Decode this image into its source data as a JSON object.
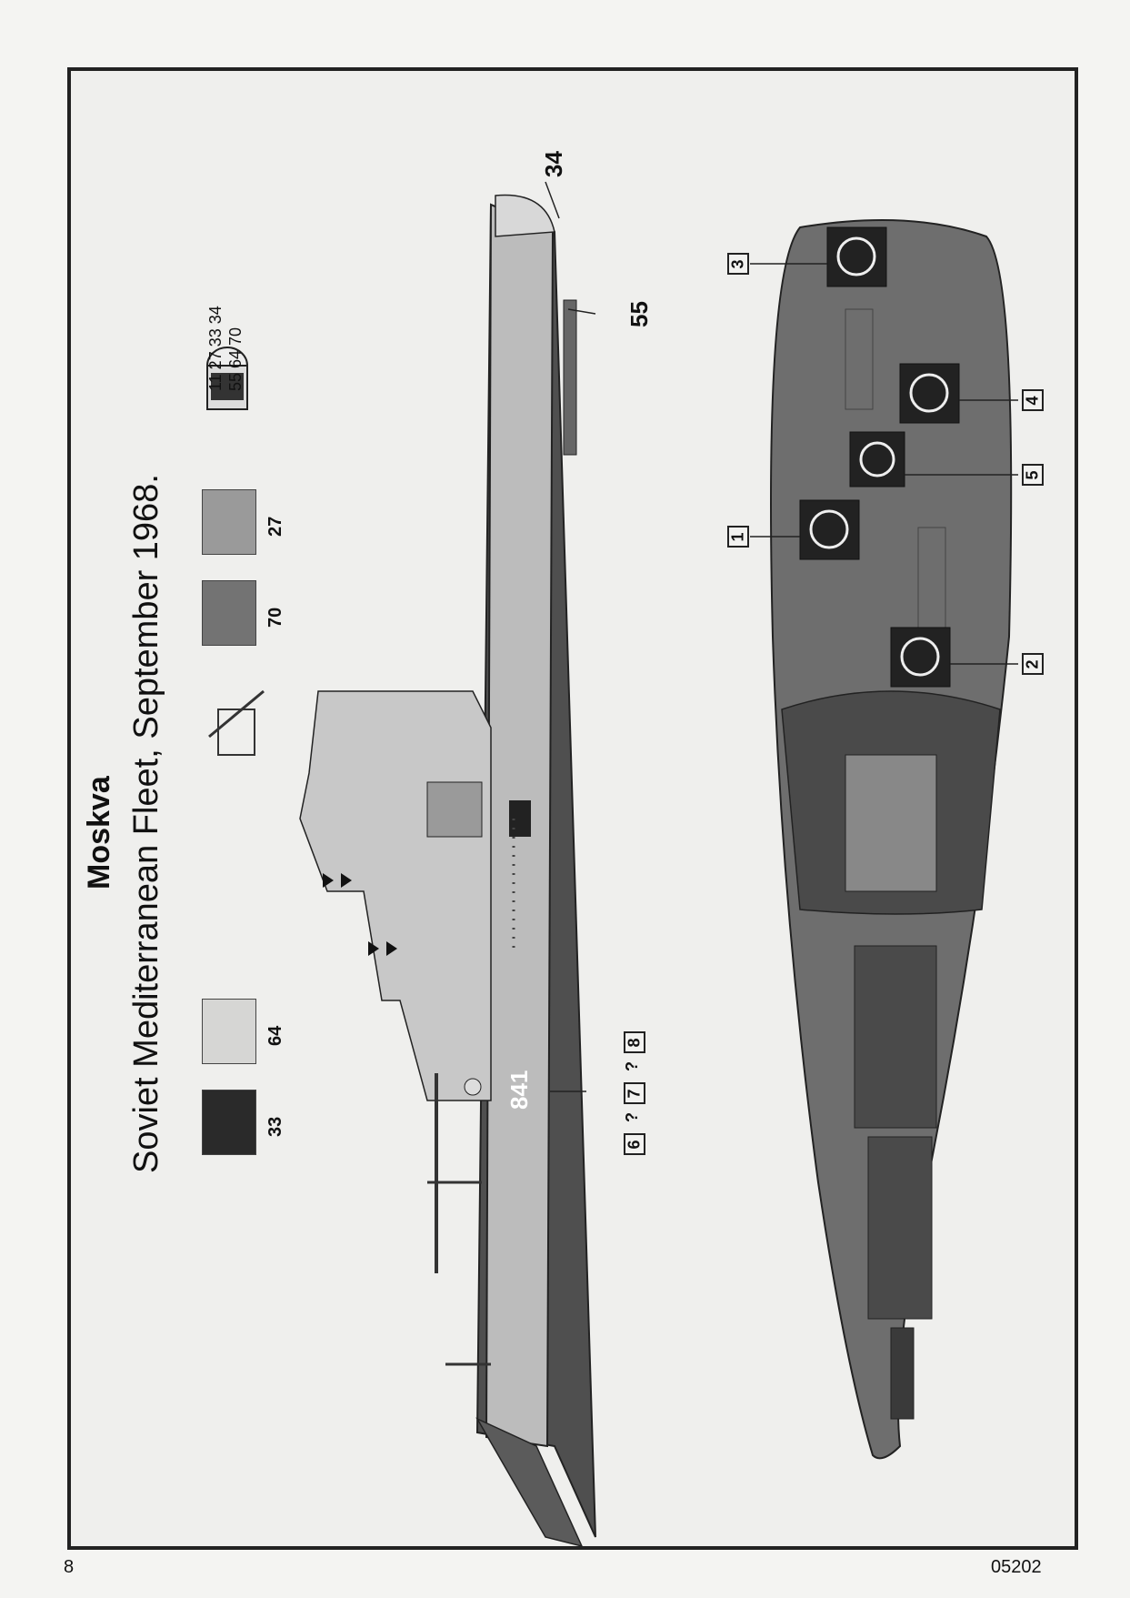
{
  "ship": {
    "name": "Moskva",
    "subtitle": "Soviet Mediterranean Fleet, September 1968.",
    "hull_number": "841"
  },
  "paints": [
    {
      "code": "33",
      "color": "#2a2a2a"
    },
    {
      "code": "64",
      "color": "#d6d6d4"
    },
    {
      "code": "70",
      "color": "#737373"
    },
    {
      "code": "27",
      "color": "#9a9a9a"
    }
  ],
  "paint_mix_codes": "11 27 33 34\n55 64 70",
  "part_refs": {
    "bow_part": "34",
    "hull_part": "55"
  },
  "decal_sequence": [
    "6",
    "?",
    "7",
    "?",
    "8"
  ],
  "deck_markings": [
    "1",
    "2",
    "3",
    "4",
    "5"
  ],
  "page": {
    "number": "8",
    "code": "05202"
  }
}
